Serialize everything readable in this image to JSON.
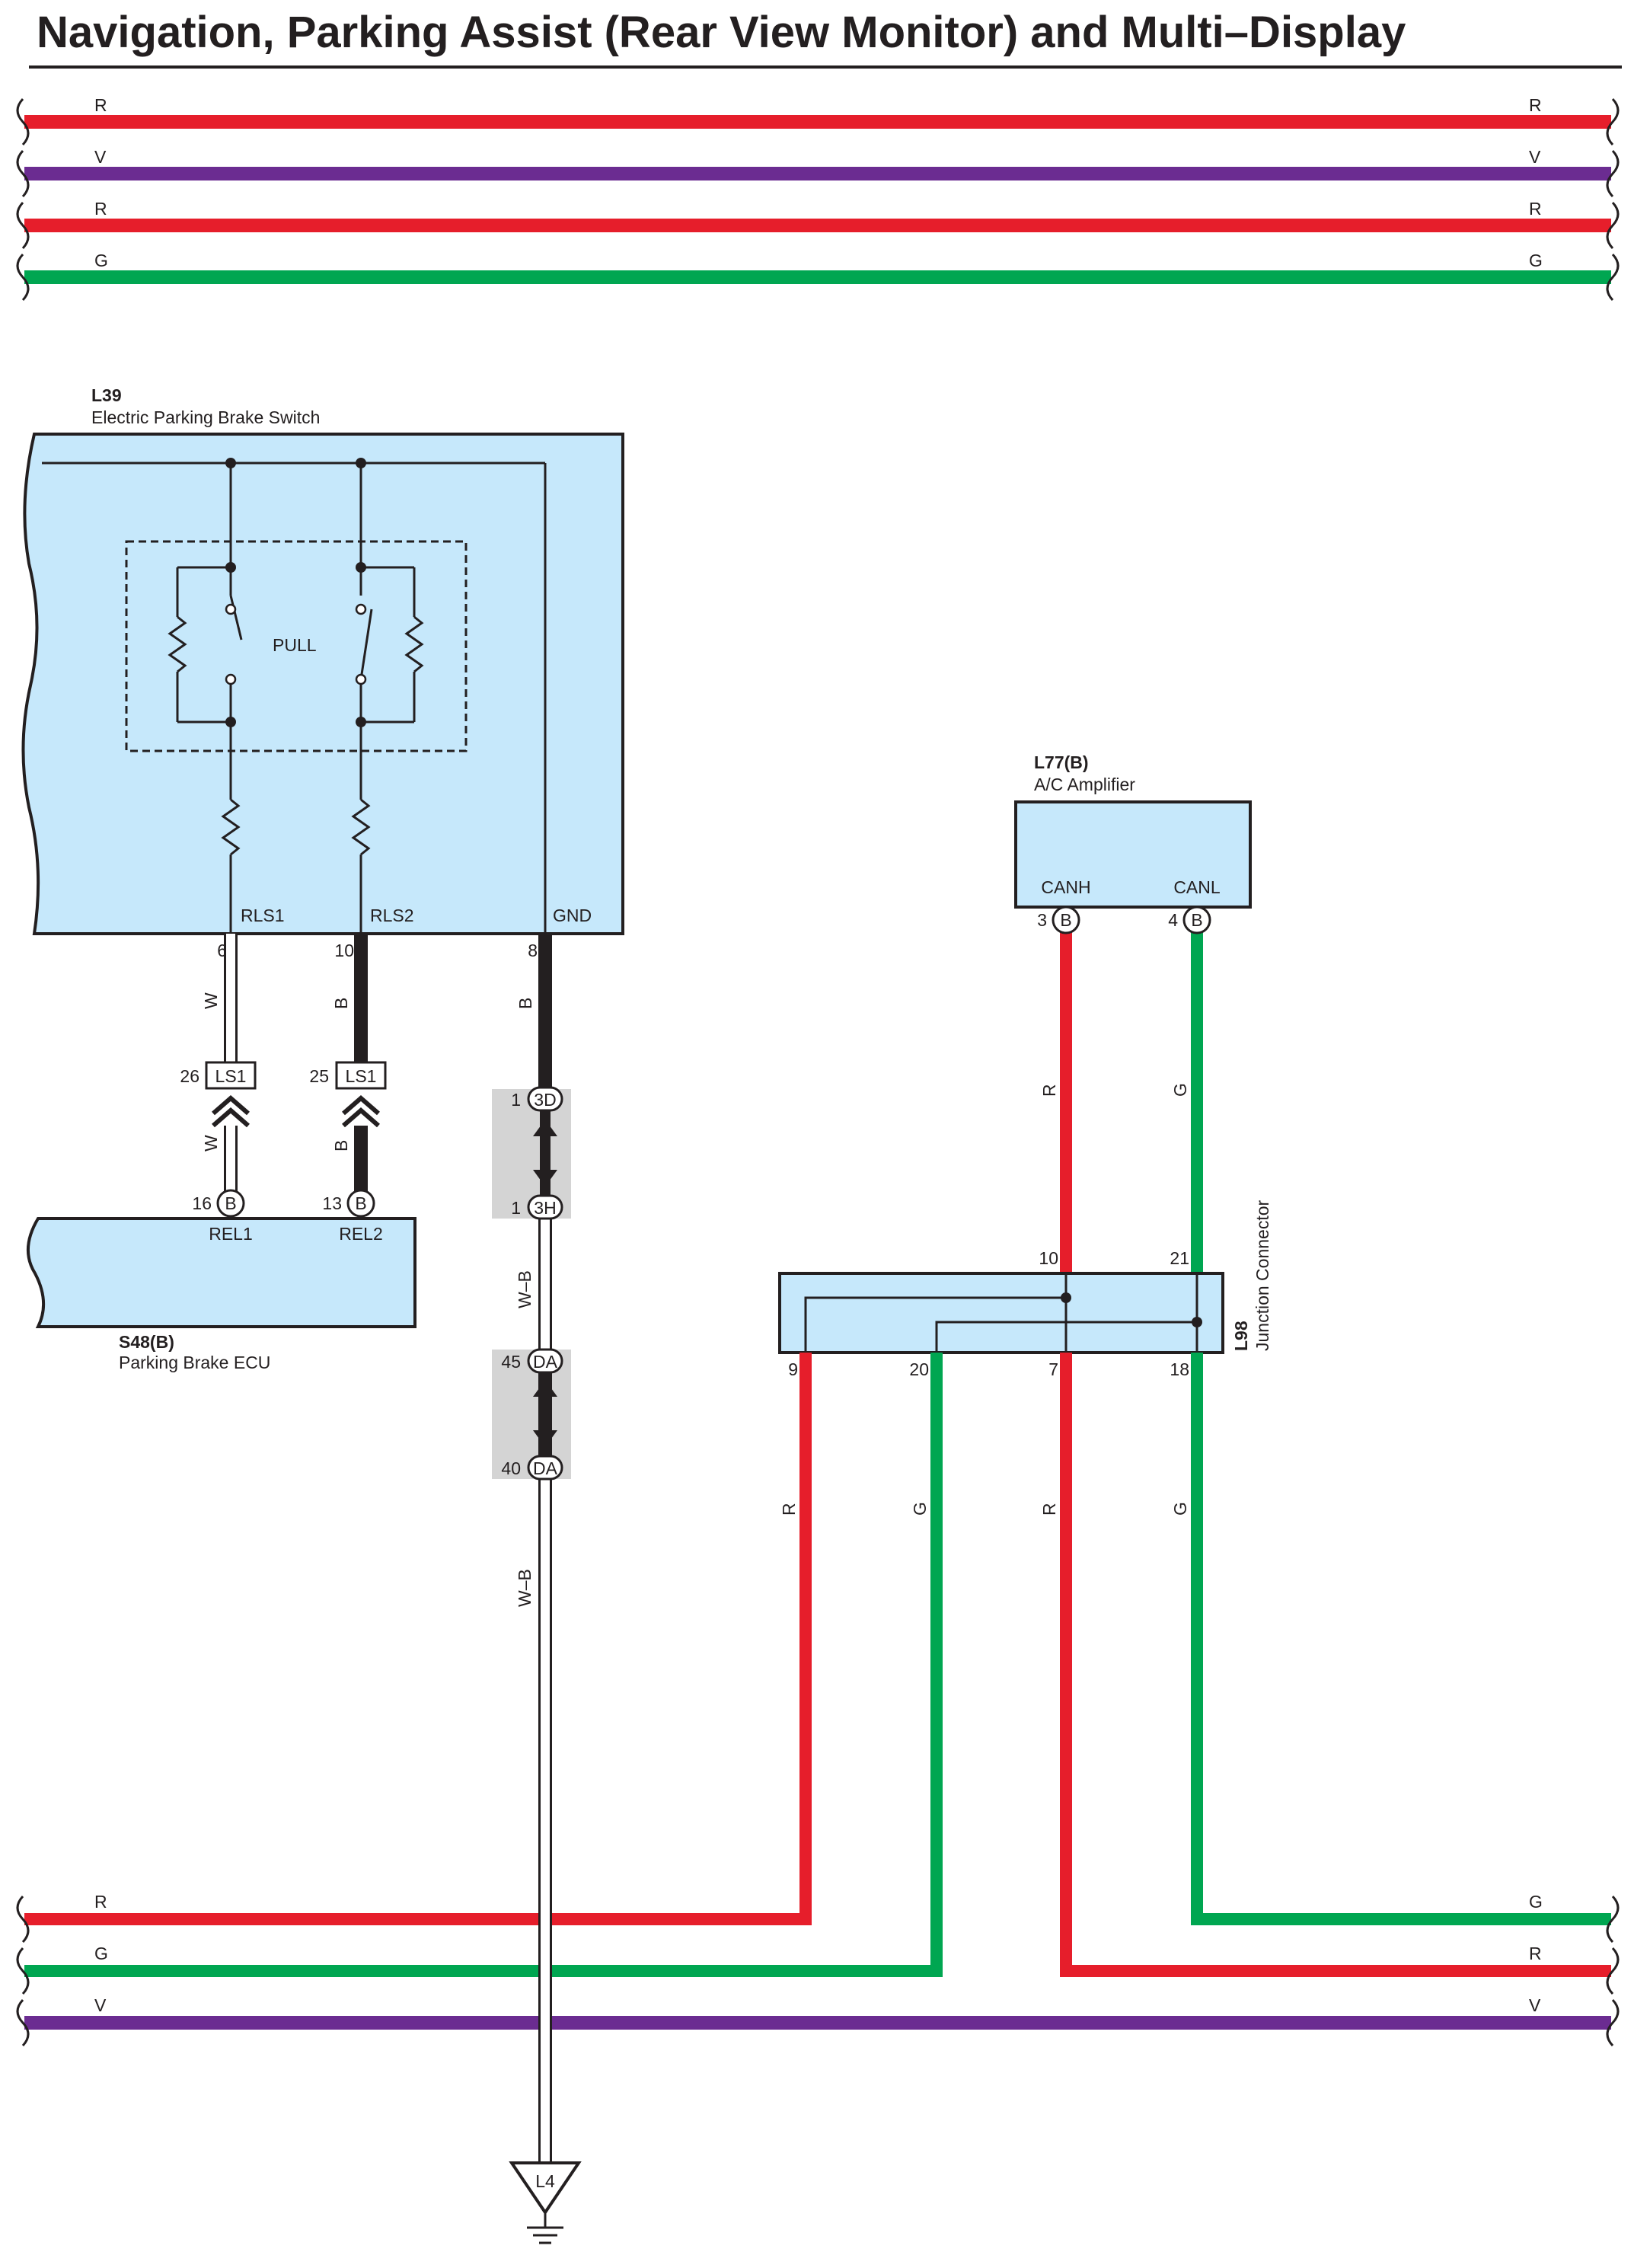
{
  "title": "Navigation, Parking Assist (Rear View Monitor) and Multi–Display",
  "colors": {
    "R": "#e61e2b",
    "V": "#6b2c91",
    "G": "#00a651",
    "B": "#231f20",
    "W": "#ffffff",
    "box": "#c6e8fb",
    "join": "#d4d4d4"
  },
  "top_bus": [
    {
      "code": "R",
      "left": "R",
      "right": "R"
    },
    {
      "code": "V",
      "left": "V",
      "right": "V"
    },
    {
      "code": "R",
      "left": "R",
      "right": "R"
    },
    {
      "code": "G",
      "left": "G",
      "right": "G"
    }
  ],
  "bottom_bus": [
    {
      "left": "R",
      "right": "G"
    },
    {
      "left": "G",
      "right": "R"
    },
    {
      "left": "V",
      "right": "V"
    }
  ],
  "l39": {
    "code": "L39",
    "name": "Electric Parking Brake Switch",
    "switch_label": "PULL",
    "terminals": [
      "RLS1",
      "RLS2",
      "GND"
    ],
    "pins": [
      "6",
      "10",
      "8"
    ],
    "wire_colors": [
      "W",
      "B",
      "B"
    ]
  },
  "ls1": {
    "code": "LS1",
    "pins": [
      "26",
      "25"
    ],
    "wire_colors": [
      "W",
      "B"
    ]
  },
  "s48": {
    "code": "S48(B)",
    "name": "Parking Brake ECU",
    "connector": "B",
    "pins": [
      "16",
      "13"
    ],
    "terminals": [
      "REL1",
      "REL2"
    ]
  },
  "gnd_wire": {
    "j1": {
      "top_pin": "1",
      "top_code": "3D",
      "bottom_pin": "1",
      "bottom_code": "3H"
    },
    "color1": "W–B",
    "j2": {
      "top_pin": "45",
      "top_code": "DA",
      "bottom_pin": "40",
      "bottom_code": "DA"
    },
    "color2": "W–B",
    "ground": "L4"
  },
  "l77": {
    "code": "L77(B)",
    "name": "A/C Amplifier",
    "connector": "B",
    "terminals": [
      "CANH",
      "CANL"
    ],
    "pins": [
      "3",
      "4"
    ],
    "wire_colors": [
      "R",
      "G"
    ]
  },
  "l98": {
    "code": "L98",
    "name": "Junction Connector",
    "top_pins": [
      "10",
      "21"
    ],
    "bottom_pins": [
      "9",
      "20",
      "7",
      "18"
    ],
    "bottom_wire_colors": [
      "R",
      "G",
      "R",
      "G"
    ]
  }
}
